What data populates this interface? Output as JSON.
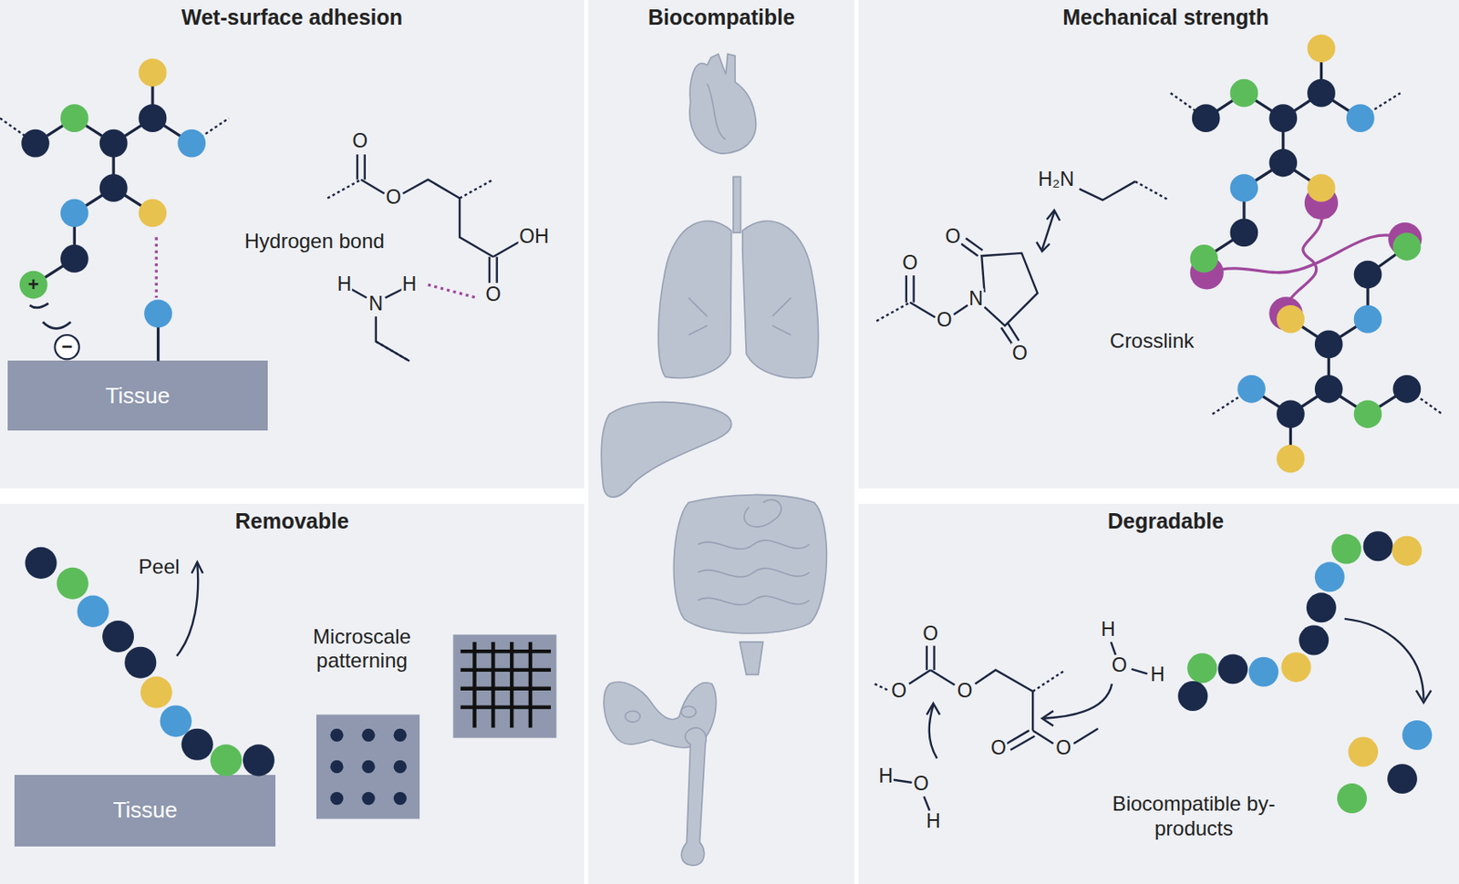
{
  "diagram": {
    "nodes": [
      {
        "text": [
          "Wet-surface adhesion"
        ]
      },
      {
        "text": [
          "Tissue"
        ],
        "in": 0
      },
      {
        "text": [
          "Biocompatible"
        ]
      },
      {
        "text": [
          "Mechanical strength"
        ]
      },
      {
        "text": [
          "Removable"
        ]
      },
      {
        "text": [
          "Tissue"
        ],
        "in": 4
      },
      {
        "text": [
          "Degradable"
        ]
      }
    ],
    "labels": [
      "+",
      "−",
      "O",
      "O",
      "OH",
      "O",
      "H",
      "N",
      "H",
      "Hydrogen bond",
      "H₂N",
      "O",
      "N",
      "O",
      "O",
      "O",
      "Crosslink",
      "Peel",
      "Microscale patterning",
      "O",
      "O",
      "O",
      "O",
      "O",
      "H",
      "O",
      "H",
      "H",
      "O",
      "H",
      "Biocompatible by-products"
    ]
  }
}
